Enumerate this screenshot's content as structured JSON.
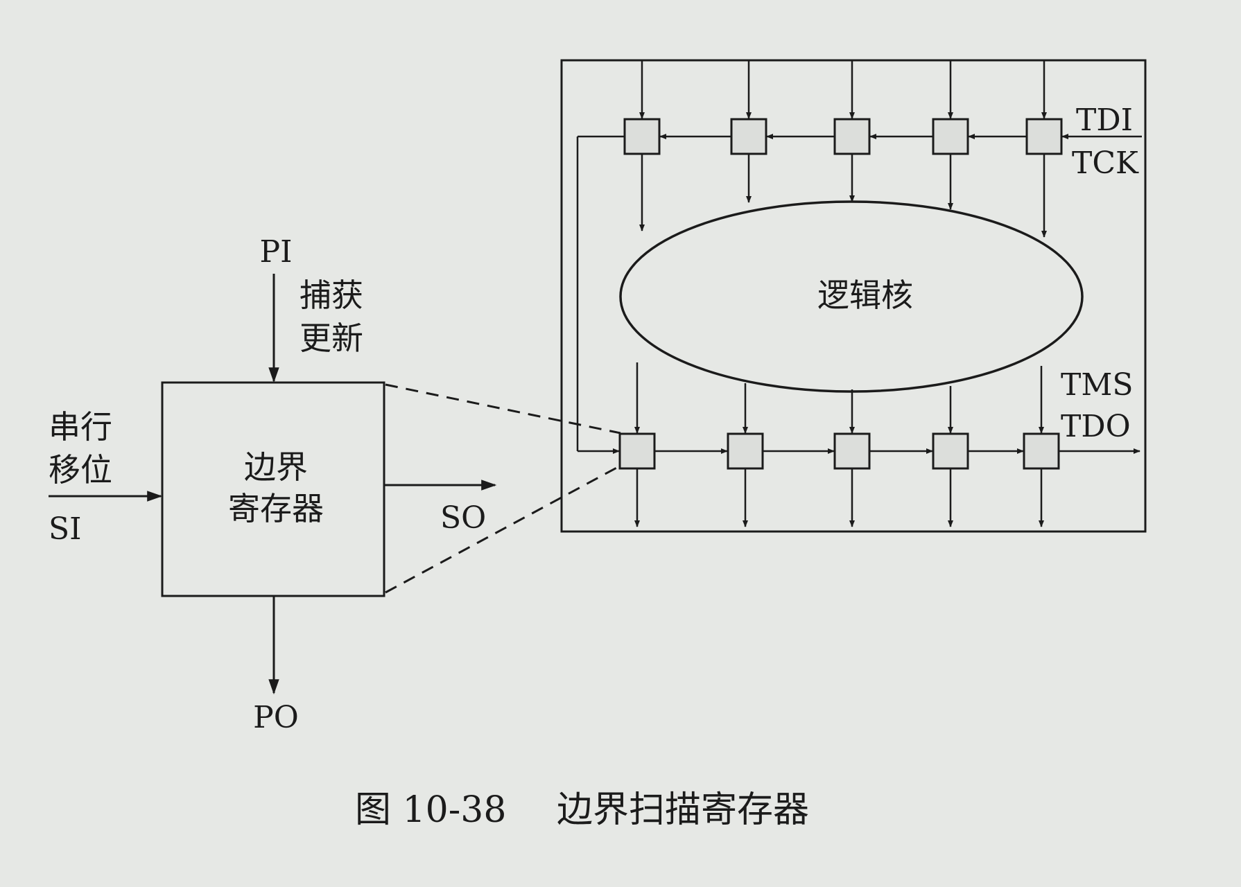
{
  "left_block": {
    "box_label_line1": "边界",
    "box_label_line2": "寄存器",
    "input_top": "PI",
    "capture_line1": "捕获",
    "capture_line2": "更新",
    "serial_line1": "串行",
    "serial_line2": "移位",
    "serial_in": "SI",
    "serial_out": "SO",
    "parallel_out": "PO"
  },
  "right_block": {
    "core_label": "逻辑核",
    "tdi": "TDI",
    "tck": "TCK",
    "tms": "TMS",
    "tdo": "TDO",
    "cells_per_row": 5
  },
  "caption": {
    "figure_number": "图 10-38",
    "title": "边界扫描寄存器"
  },
  "colors": {
    "line": "#1b1b1b",
    "cell_fill": "#dcdedb",
    "background": "#e6e8e5"
  }
}
